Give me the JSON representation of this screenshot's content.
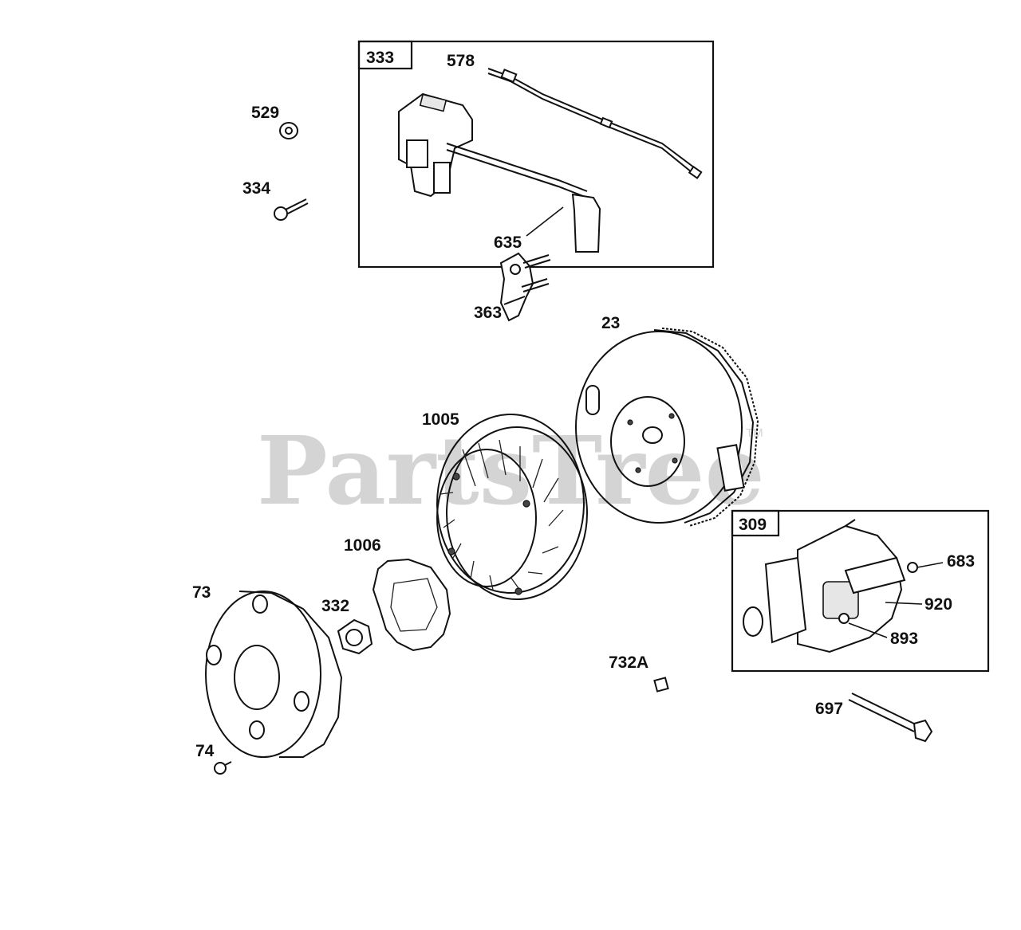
{
  "watermark": {
    "text": "PartsTree",
    "tm": "TM"
  },
  "groups": {
    "g333": {
      "id": "333"
    },
    "g309": {
      "id": "309"
    }
  },
  "callouts": {
    "c578": "578",
    "c529": "529",
    "c334": "334",
    "c635": "635",
    "c363": "363",
    "c23": "23",
    "c1005": "1005",
    "c1006": "1006",
    "c73": "73",
    "c332": "332",
    "c683": "683",
    "c920": "920",
    "c893": "893",
    "c732a": "732A",
    "c697": "697",
    "c74": "74"
  }
}
